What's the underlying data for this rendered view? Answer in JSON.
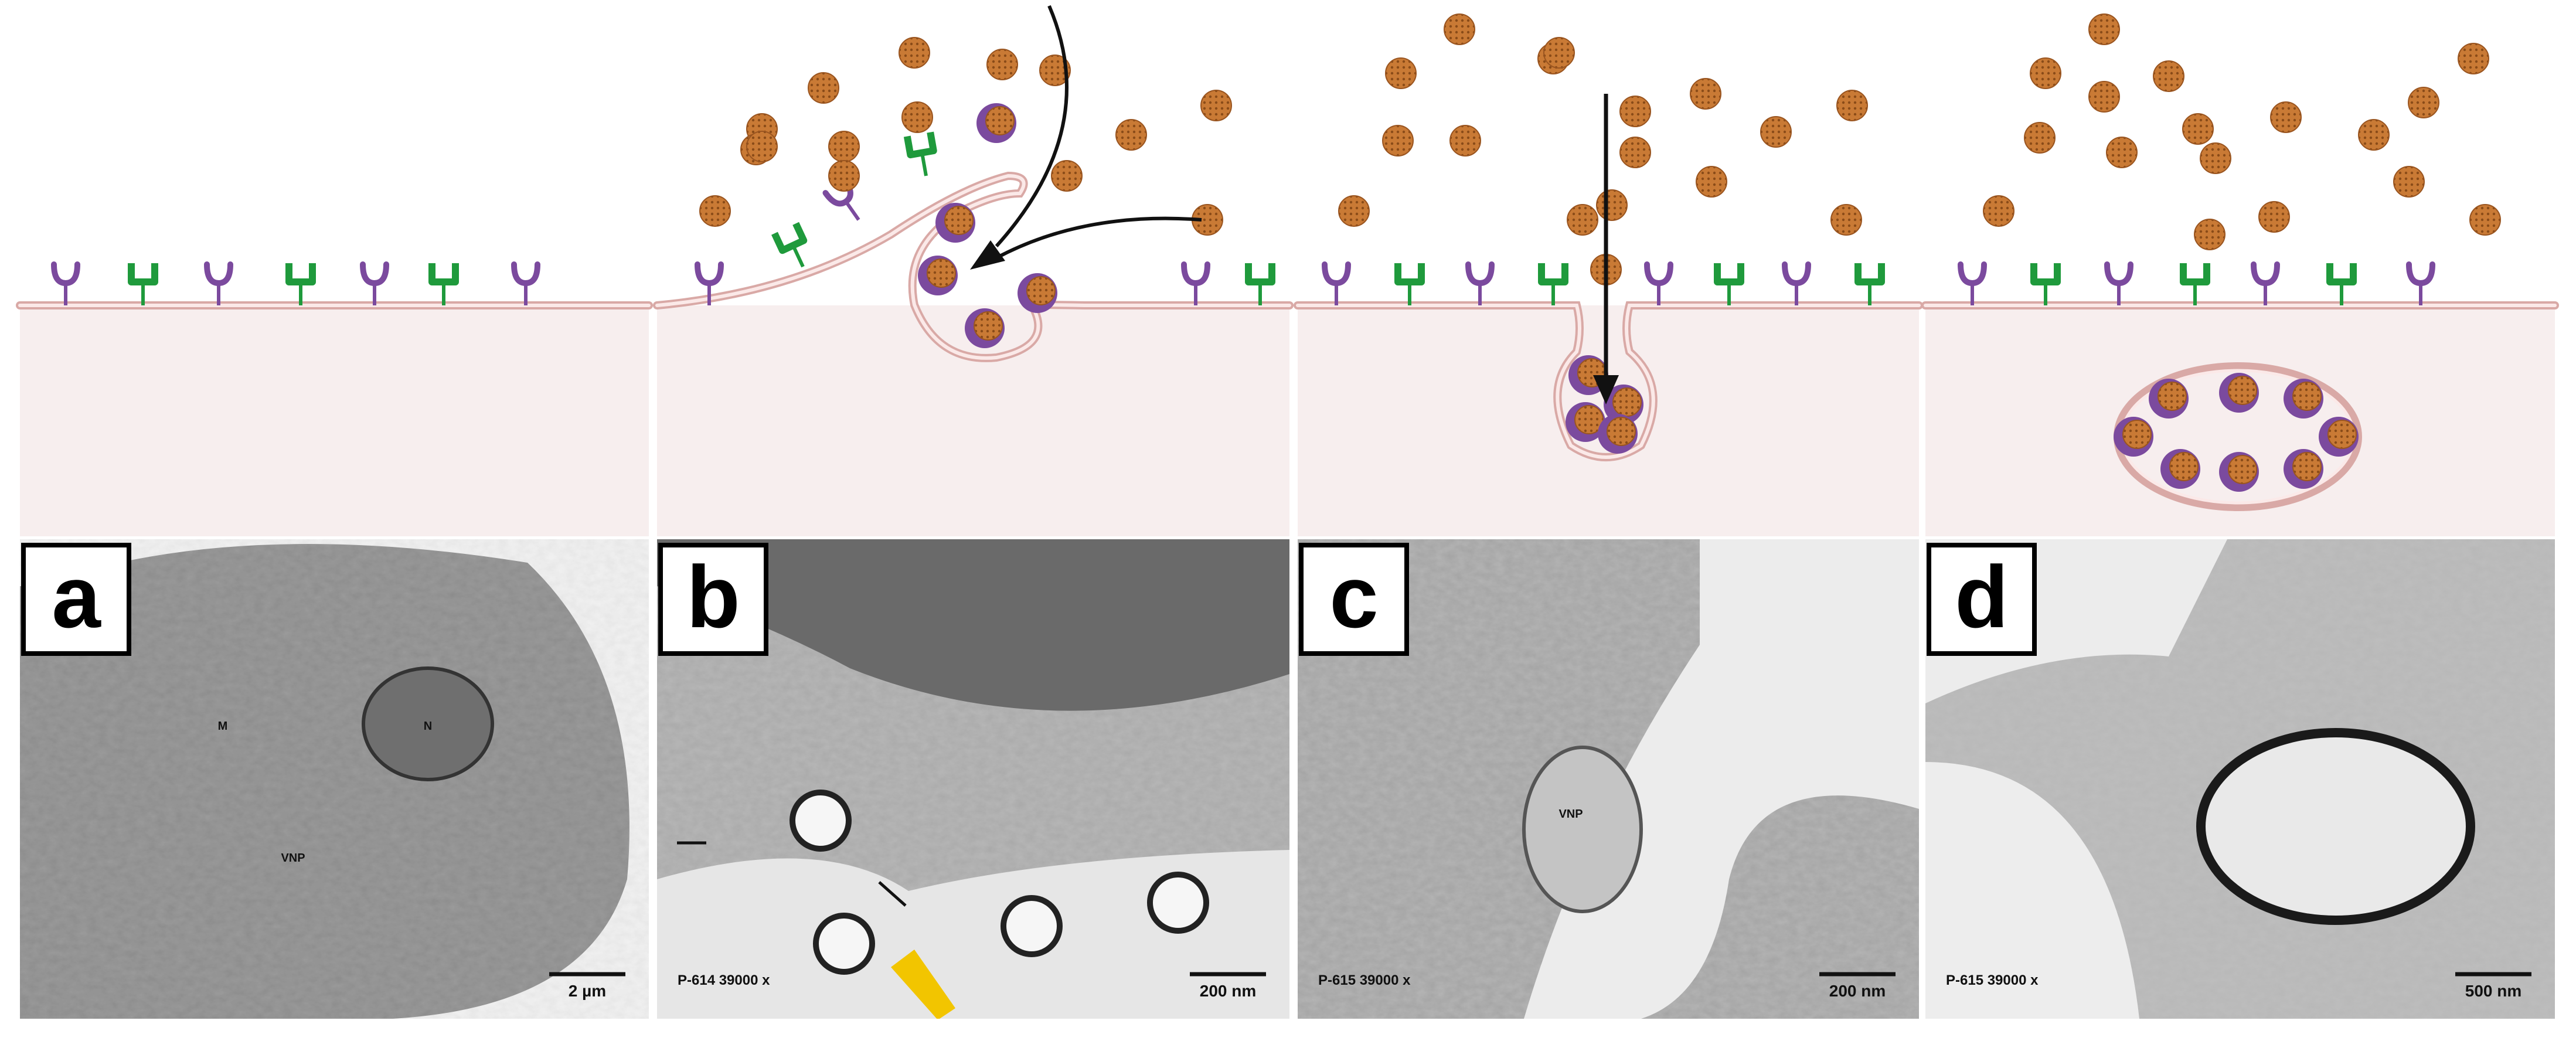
{
  "panels": [
    {
      "label": "a",
      "scale_bar": "2 µm",
      "micrograph_code": "",
      "annotations": [
        "M",
        "N",
        "VNP"
      ]
    },
    {
      "label": "b",
      "scale_bar": "200 nm",
      "micrograph_code": "P-614   39000 x",
      "annotations": []
    },
    {
      "label": "c",
      "scale_bar": "200 nm",
      "micrograph_code": "P-615   39000 x",
      "annotations": [
        "VNP"
      ]
    },
    {
      "label": "d",
      "scale_bar": "500 nm",
      "micrograph_code": "P-615   39000 x",
      "annotations": []
    }
  ],
  "colors": {
    "cell_cytoplasm": "#f7eeee",
    "membrane": "#d9a9a6",
    "receptor_purple": "#7b4a9e",
    "receptor_green": "#1f9a3c",
    "nanoparticle": "#c97a35",
    "arrow_yellow": "#f2c500"
  },
  "icons": [
    "receptor-y-icon",
    "receptor-u-icon",
    "nanoparticle-icon",
    "arrow-icon"
  ]
}
